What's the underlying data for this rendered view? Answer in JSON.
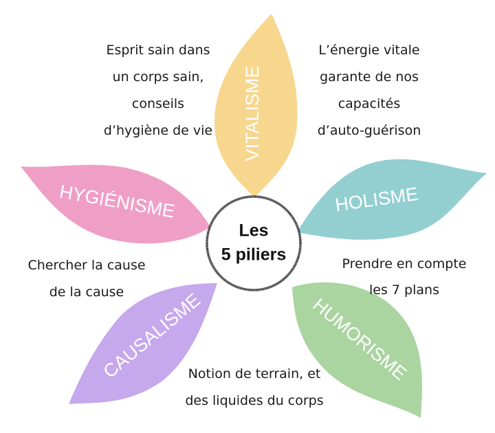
{
  "center": {
    "lines": [
      "Les",
      "5 piliers"
    ]
  },
  "leaves": [
    {
      "label": "VITALISME",
      "color": "#f7d68e"
    },
    {
      "label": "HOLISME",
      "color": "#93cfd1"
    },
    {
      "label": "HUMORISME",
      "color": "#aad4a0"
    },
    {
      "label": "CAUSALISME",
      "color": "#c6a8ec"
    },
    {
      "label": "HYGIÉNISME",
      "color": "#ef9fc6"
    }
  ],
  "annotations": {
    "hygienisme_desc": [
      "Esprit sain dans",
      "un corps sain,",
      "conseils",
      "d’hygiène de vie"
    ],
    "vitalisme_desc": [
      "L’énergie vitale",
      "garante de nos",
      "capacités",
      "d’auto-guérison"
    ],
    "causalisme_desc": [
      "Chercher la cause",
      "de la cause"
    ],
    "holisme_desc": [
      "Prendre en compte",
      "les 7 plans"
    ],
    "humorisme_desc": [
      "Notion de terrain, et",
      "des liquides du corps"
    ]
  }
}
